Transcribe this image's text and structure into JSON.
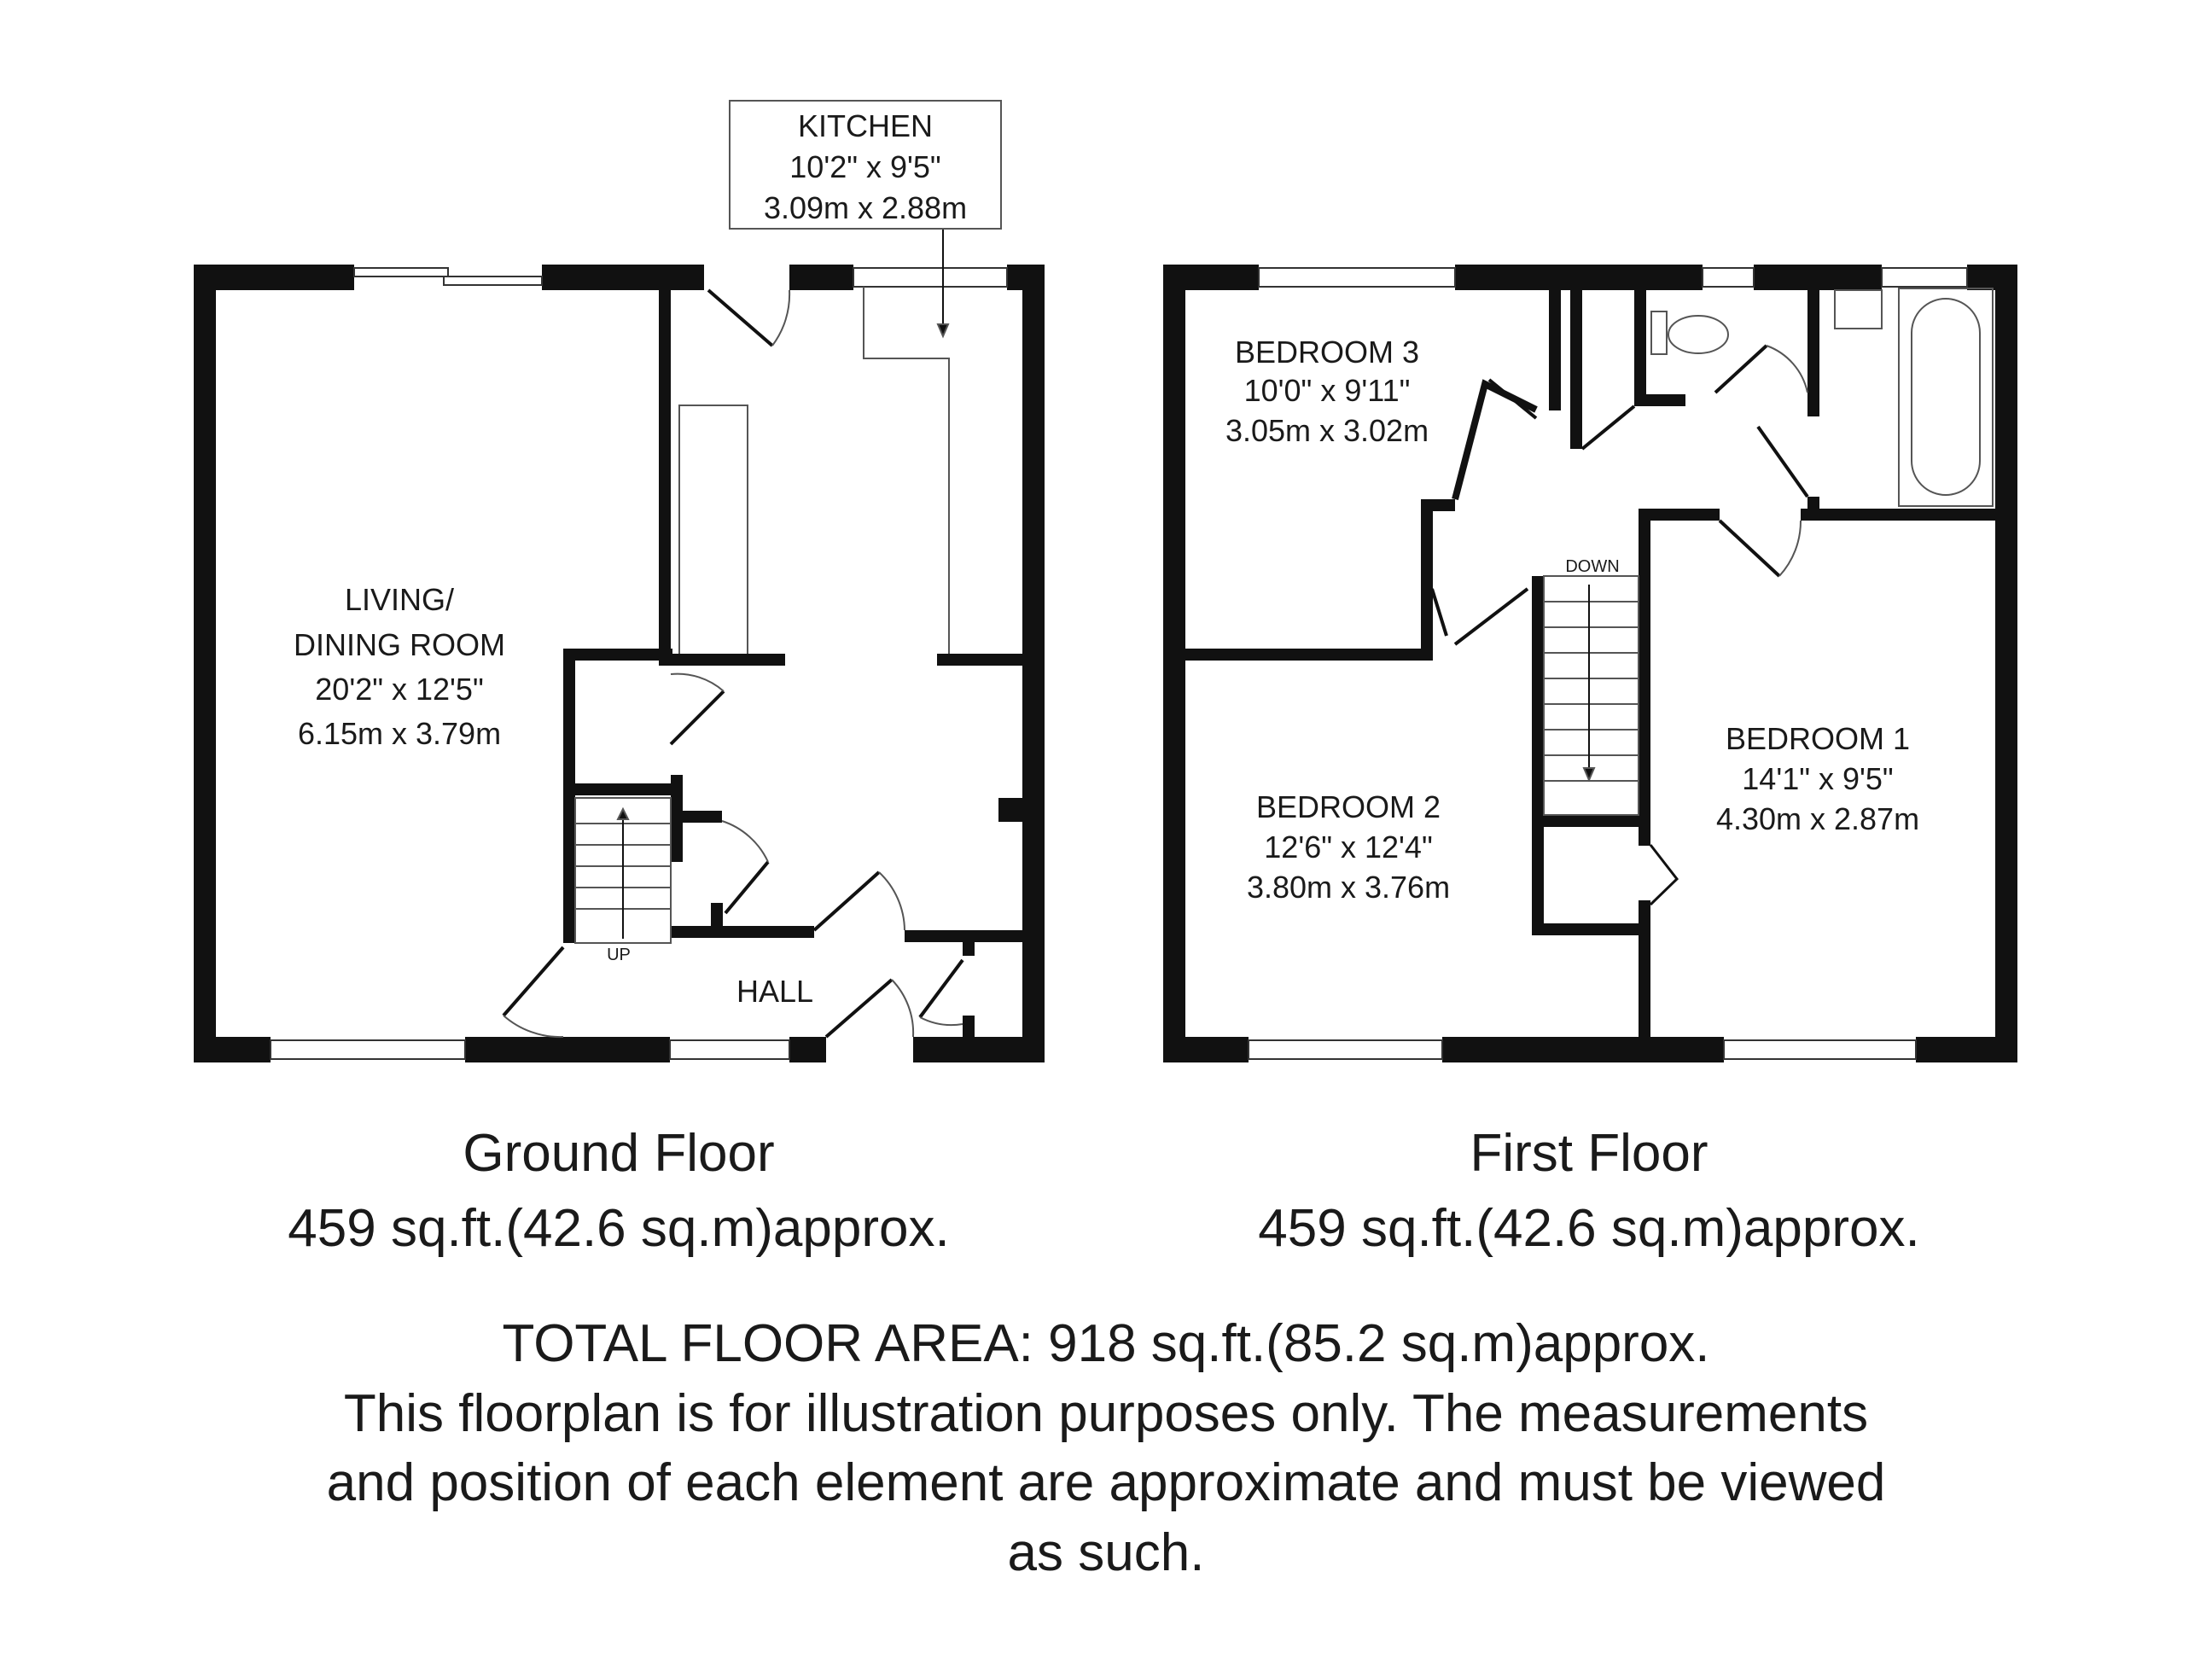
{
  "ground_floor": {
    "title": "Ground Floor",
    "area": "459 sq.ft.(42.6 sq.m)approx.",
    "rooms": {
      "kitchen": {
        "name": "KITCHEN",
        "imperial": "10'2\" x 9'5\"",
        "metric": "3.09m x 2.88m"
      },
      "living": {
        "name_line1": "LIVING/",
        "name_line2": "DINING ROOM",
        "imperial": "20'2\" x 12'5\"",
        "metric": "6.15m x 3.79m"
      },
      "hall": {
        "name": "HALL"
      }
    },
    "stairs_label": "UP"
  },
  "first_floor": {
    "title": "First Floor",
    "area": "459 sq.ft.(42.6 sq.m)approx.",
    "rooms": {
      "bedroom3": {
        "name": "BEDROOM 3",
        "imperial": "10'0\" x 9'11\"",
        "metric": "3.05m x 3.02m"
      },
      "bedroom2": {
        "name": "BEDROOM 2",
        "imperial": "12'6\" x 12'4\"",
        "metric": "3.80m x 3.76m"
      },
      "bedroom1": {
        "name": "BEDROOM 1",
        "imperial": "14'1\" x 9'5\"",
        "metric": "4.30m x 2.87m"
      }
    },
    "stairs_label": "DOWN"
  },
  "footer": {
    "total": "TOTAL FLOOR AREA: 918 sq.ft.(85.2 sq.m)approx.",
    "disclaimer_line1": "This floorplan is for illustration purposes only. The measurements",
    "disclaimer_line2": "and position of each element are approximate and must be viewed",
    "disclaimer_line3": "as such."
  }
}
